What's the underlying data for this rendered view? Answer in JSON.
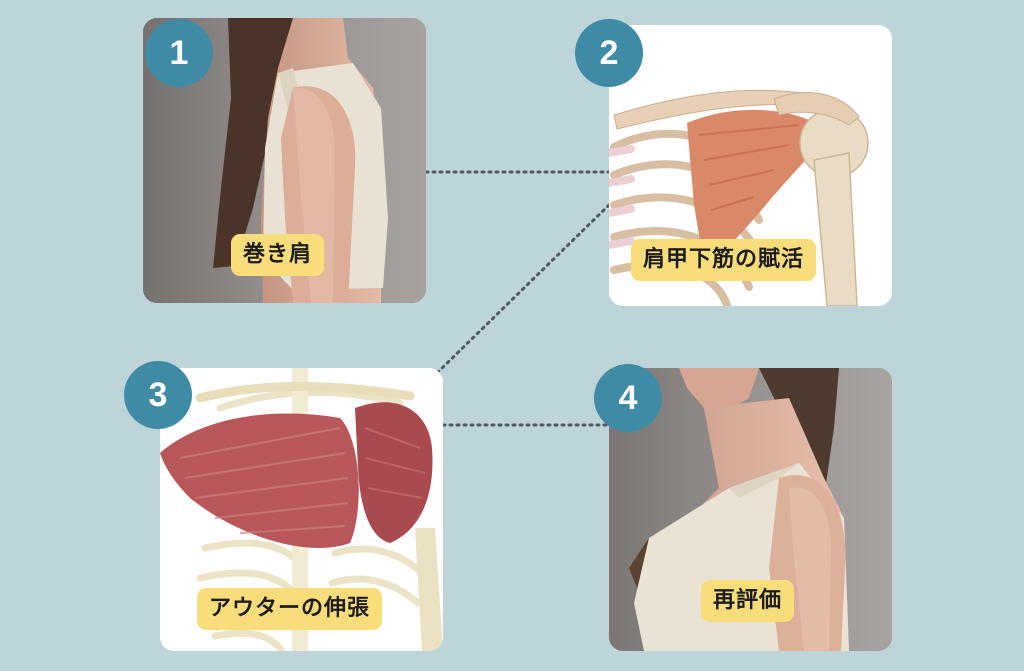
{
  "steps": [
    {
      "number": "1",
      "label": "巻き肩"
    },
    {
      "number": "2",
      "label": "肩甲下筋の賦活"
    },
    {
      "number": "3",
      "label": "アウターの伸張"
    },
    {
      "number": "4",
      "label": "再評価"
    }
  ],
  "colors": {
    "background": "#bdd4d9",
    "badge": "#3f8ba5",
    "label_bg": "#f9dd7a",
    "connector": "#505a5e"
  }
}
